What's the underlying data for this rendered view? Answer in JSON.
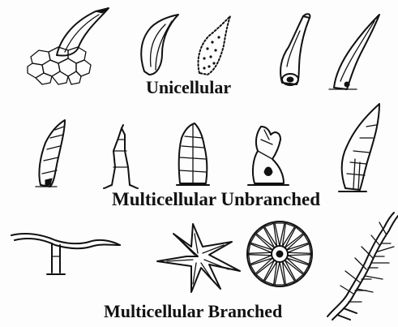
{
  "labels": {
    "unicellular": "Unicellular",
    "multicellular_unbranched": "Multicellular Unbranched",
    "multicellular_branched": "Multicellular Branched"
  },
  "colors": {
    "ink": "#111111",
    "paper": "#fdfdfd"
  }
}
